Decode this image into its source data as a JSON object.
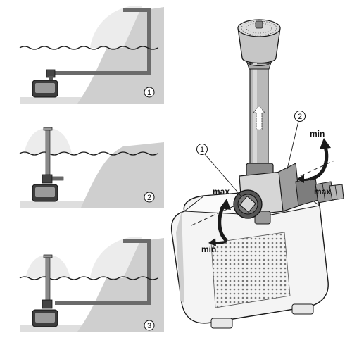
{
  "panels": [
    {
      "number": "1"
    },
    {
      "number": "2"
    },
    {
      "number": "3"
    }
  ],
  "main": {
    "callout_1": "1",
    "callout_2": "2",
    "left_adjuster": {
      "top_label": "max",
      "bottom_label": "min"
    },
    "right_adjuster": {
      "top_label": "min",
      "bottom_label": "max"
    }
  },
  "colors": {
    "line": "#1a1a1a",
    "light_gray": "#e3e3e3",
    "mid_gray": "#c8c8c8",
    "dark_gray": "#5a5a5a",
    "pipe": "#6e6e6e"
  }
}
